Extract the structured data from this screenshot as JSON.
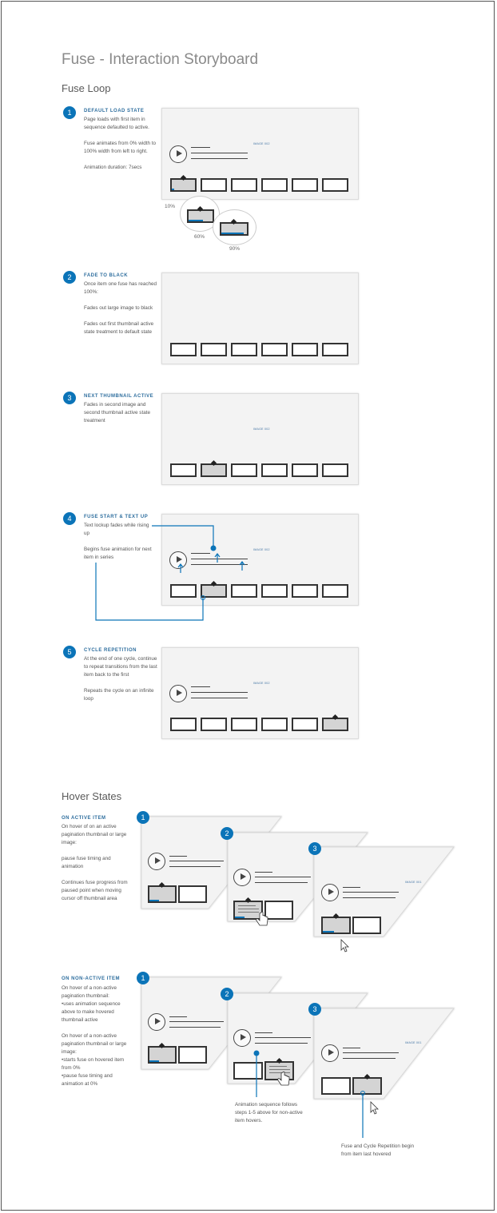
{
  "title": "Fuse - Interaction Storyboard",
  "section_loop": "Fuse Loop",
  "section_hover": "Hover States",
  "image_tag": "IMAGE 002",
  "image_tag_alt": "IMAGE 001",
  "steps": [
    {
      "num": "1",
      "head": "DEFAULT LOAD STATE",
      "desc": [
        "Page loads with first item in sequence defaulted to active.",
        "Fuse animates from 0% width to 100% width from left to right.",
        "Animation duration: 7secs"
      ]
    },
    {
      "num": "2",
      "head": "FADE TO BLACK",
      "desc": [
        "Once item one fuse has reached 100%:",
        "Fades out large image to black",
        "Fades out first thumbnail active state treatment to default state"
      ]
    },
    {
      "num": "3",
      "head": "NEXT THUMBNAIL ACTIVE",
      "desc": [
        "Fades in second image and second thumbnail active state treatment"
      ]
    },
    {
      "num": "4",
      "head": "FUSE START & TEXT UP",
      "desc": [
        "Text lockup fades while rising up",
        "Begins fuse animation for next item in series"
      ]
    },
    {
      "num": "5",
      "head": "CYCLE REPETITION",
      "desc": [
        "At the end of one cycle, continue to repeat transitions from the last item back to the first",
        "Repeats the cycle on an infinite loop"
      ]
    }
  ],
  "progress_labels": [
    "10%",
    "60%",
    "90%"
  ],
  "hover_active": {
    "head": "ON ACTIVE ITEM",
    "desc": [
      "On hover of on an active pagination thumbnail or large image:",
      "pause fuse timing and animation",
      "Continues fuse progress from paused point when moving cursor off thumbnail area"
    ]
  },
  "hover_nonactive": {
    "head": "ON NON-ACTIVE ITEM",
    "desc": [
      "On hover of a non-active pagination thumbnail:\n•uses animation sequence above to make hovered thumbnail active",
      "On hover of a non-active pagination thumbnail or large image:\n•starts fuse on hovered item from 0%\n•pause fuse timing and animation at 0%"
    ]
  },
  "hover_nums": [
    "1",
    "2",
    "3"
  ],
  "callout_sequence": "Animation sequence follows steps 1-5 above for non-active item hovers.",
  "callout_cycle": "Fuse and Cycle Repetition begin from item last hovered",
  "colors": {
    "accent": "#0b74b8",
    "heading": "#2e6e9e",
    "wire_bg": "#f3f3f3"
  }
}
